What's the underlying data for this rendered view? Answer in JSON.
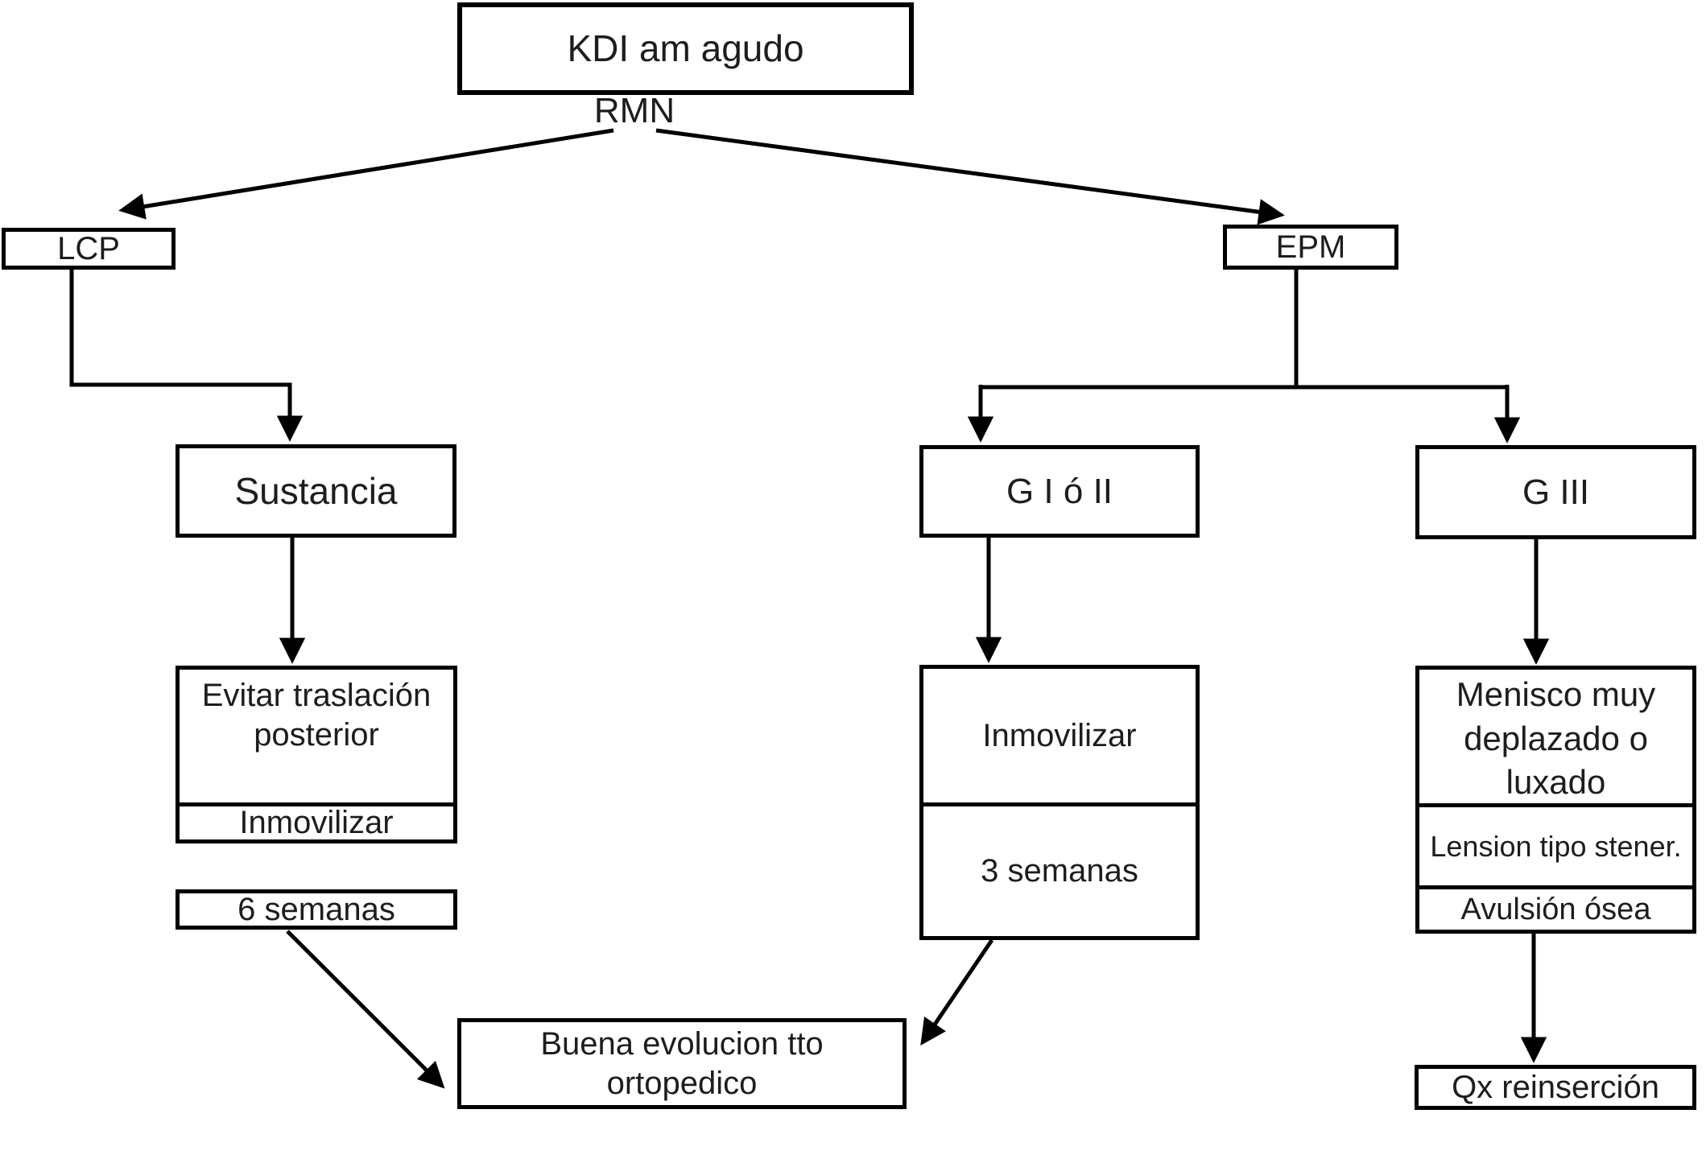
{
  "diagram_title": "KDI am agudo",
  "labels": {
    "root": "KDI am agudo",
    "rmn": "RMN",
    "lcp": "LCP",
    "epm": "EPM",
    "sustancia": "Sustancia",
    "evitar": "Evitar traslación posterior",
    "evitar_sub": "Inmovilizar",
    "seis_semanas": "6 semanas",
    "g1o2": "G I ó II",
    "g3": "G III",
    "inmovilizar": "Inmovilizar",
    "tres_semanas": "3 semanas",
    "menisco": "Menisco muy deplazado o luxado",
    "lension": "Lension tipo stener.",
    "avulsion": "Avulsión ósea",
    "buena_evolucion": "Buena evolucion tto ortopedico",
    "qx": "Qx reinserción"
  },
  "colors": {
    "line": "#000000",
    "box_background": "#ffffff",
    "text": "#1d1d1d",
    "page_background": "#ffffff"
  }
}
